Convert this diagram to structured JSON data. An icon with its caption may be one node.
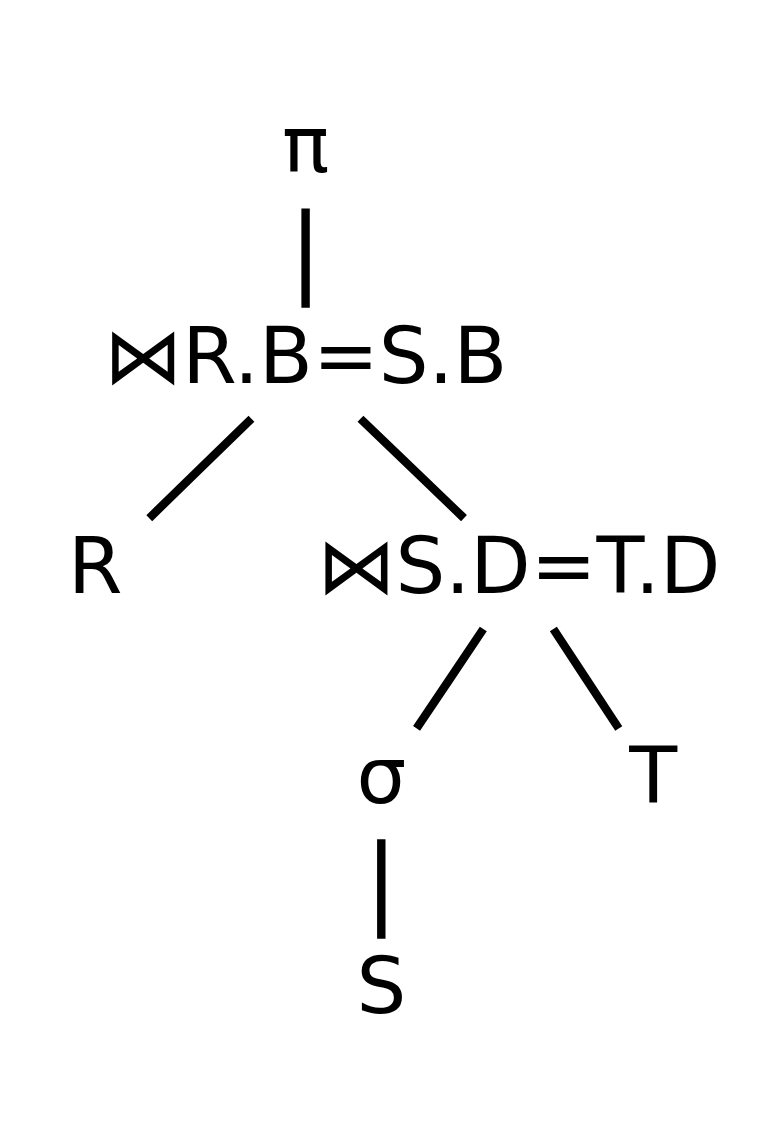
{
  "diagram": {
    "nodes": [
      {
        "text": [
          "π"
        ]
      },
      {
        "text": [
          "⋈R.B=S.B"
        ]
      },
      {
        "text": [
          "R"
        ]
      },
      {
        "text": [
          "⋈S.D=T.D"
        ]
      },
      {
        "text": [
          "σ"
        ]
      },
      {
        "text": [
          "T"
        ]
      },
      {
        "text": [
          "S"
        ]
      }
    ],
    "edges": [
      {
        "from": 0,
        "to": 1,
        "arrow": "none"
      },
      {
        "from": 1,
        "to": 2,
        "arrow": "none"
      },
      {
        "from": 1,
        "to": 3,
        "arrow": "none"
      },
      {
        "from": 3,
        "to": 4,
        "arrow": "none"
      },
      {
        "from": 3,
        "to": 5,
        "arrow": "none"
      },
      {
        "from": 4,
        "to": 6,
        "arrow": "none"
      }
    ]
  }
}
